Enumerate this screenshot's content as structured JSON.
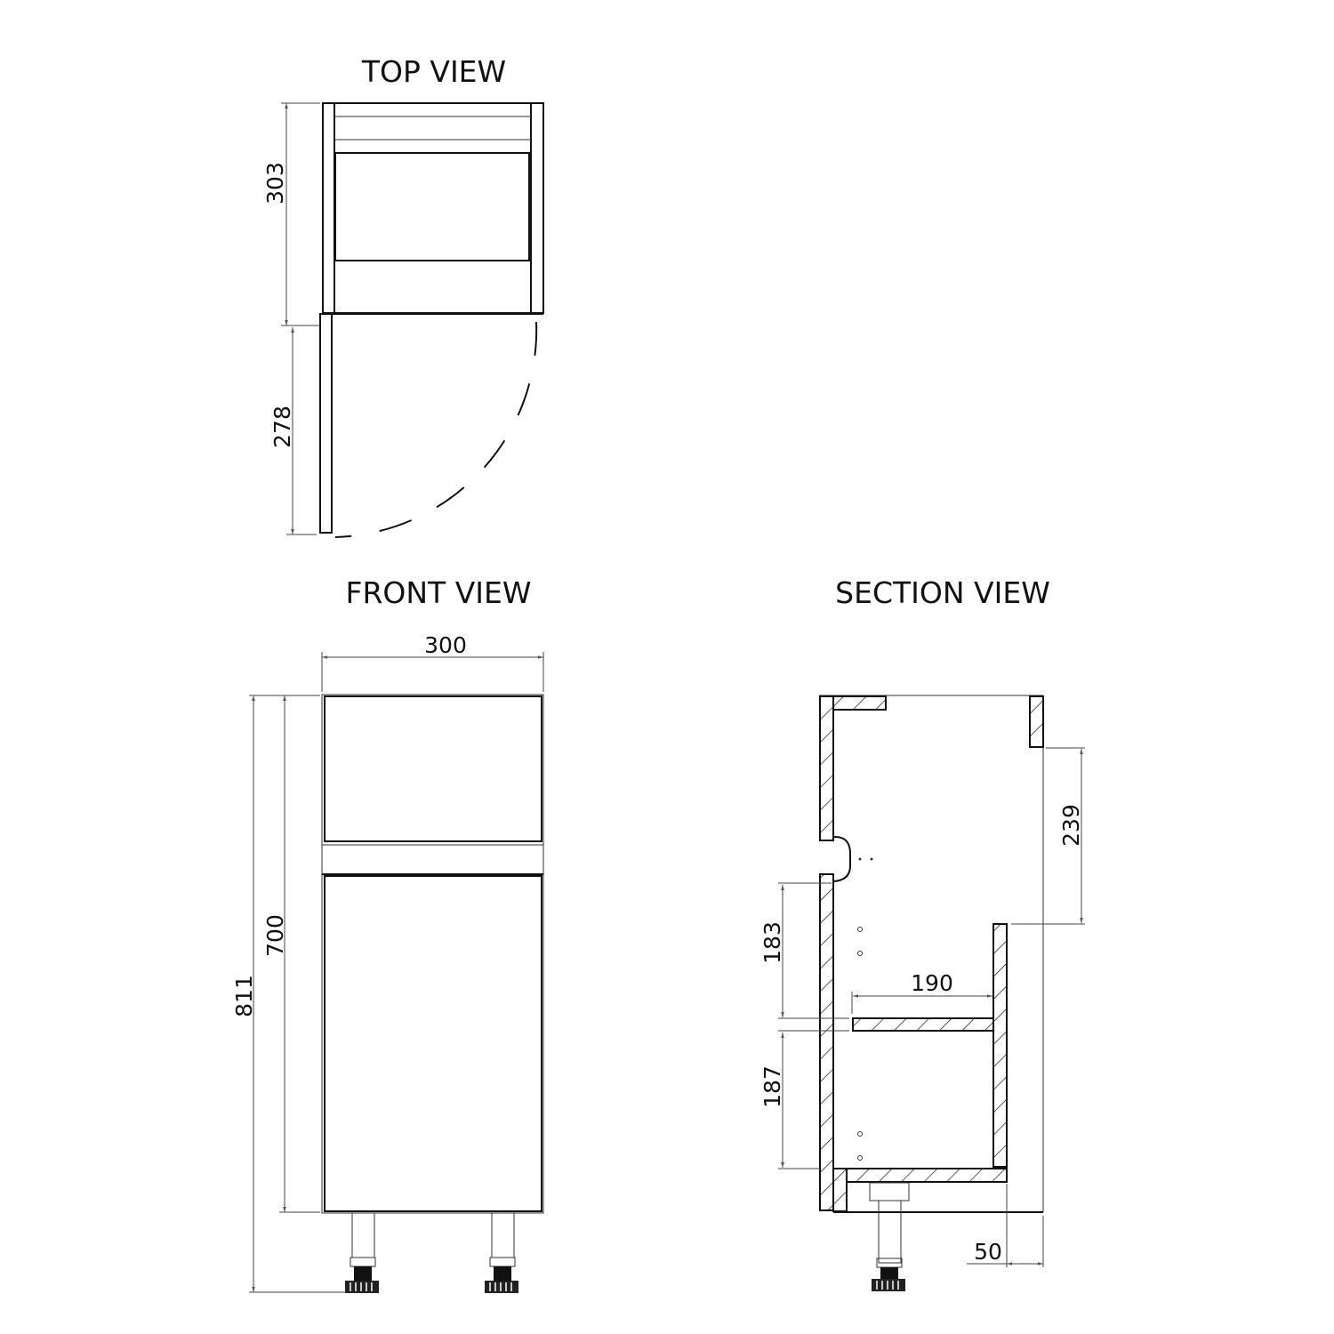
{
  "views": {
    "top": {
      "title": "TOP VIEW",
      "dimensions": {
        "depth": "303",
        "door_swing": "278"
      }
    },
    "front": {
      "title": "FRONT VIEW",
      "dimensions": {
        "width": "300",
        "carcass_height": "700",
        "overall_height": "811"
      }
    },
    "section": {
      "title": "SECTION VIEW",
      "dimensions": {
        "upper_opening": "239",
        "upper_shelf_gap": "183",
        "shelf_depth": "190",
        "lower_shelf_gap": "187",
        "back_offset": "50"
      }
    }
  },
  "colors": {
    "line": "#111111",
    "background": "#ffffff"
  }
}
